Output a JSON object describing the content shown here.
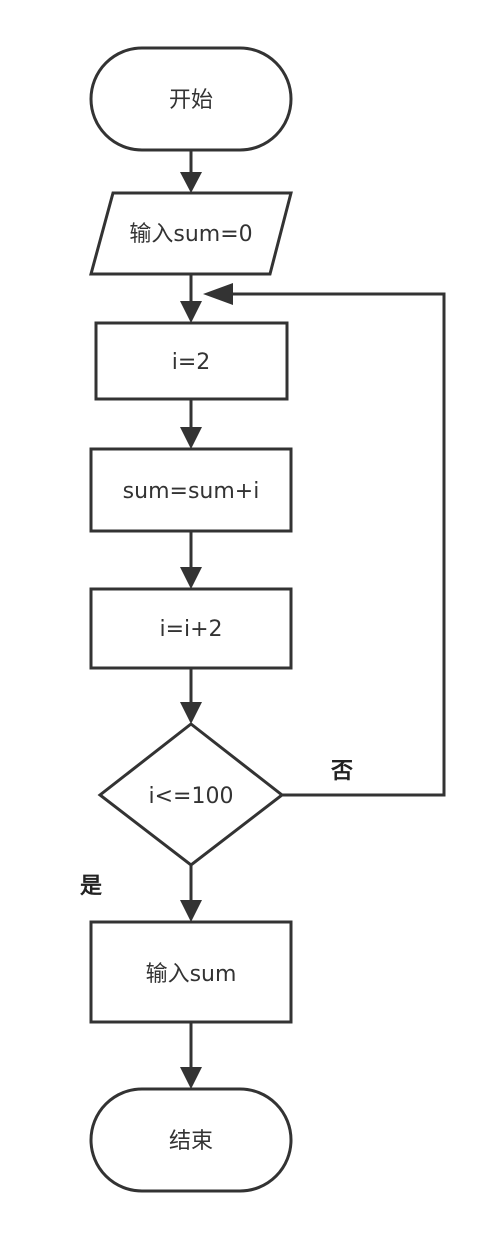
{
  "nodes": {
    "start": {
      "label": "开始"
    },
    "input_sum": {
      "label": "输入sum=0"
    },
    "init_i": {
      "label": "i=2"
    },
    "accumulate": {
      "label": "sum=sum+i"
    },
    "increment": {
      "label": "i=i+2"
    },
    "condition": {
      "label": "i<=100"
    },
    "output_sum": {
      "label": "输入sum"
    },
    "end": {
      "label": "结束"
    }
  },
  "branches": {
    "no": "否",
    "yes": "是"
  },
  "colors": {
    "stroke": "#333333",
    "fill": "#ffffff",
    "text": "#333333"
  }
}
